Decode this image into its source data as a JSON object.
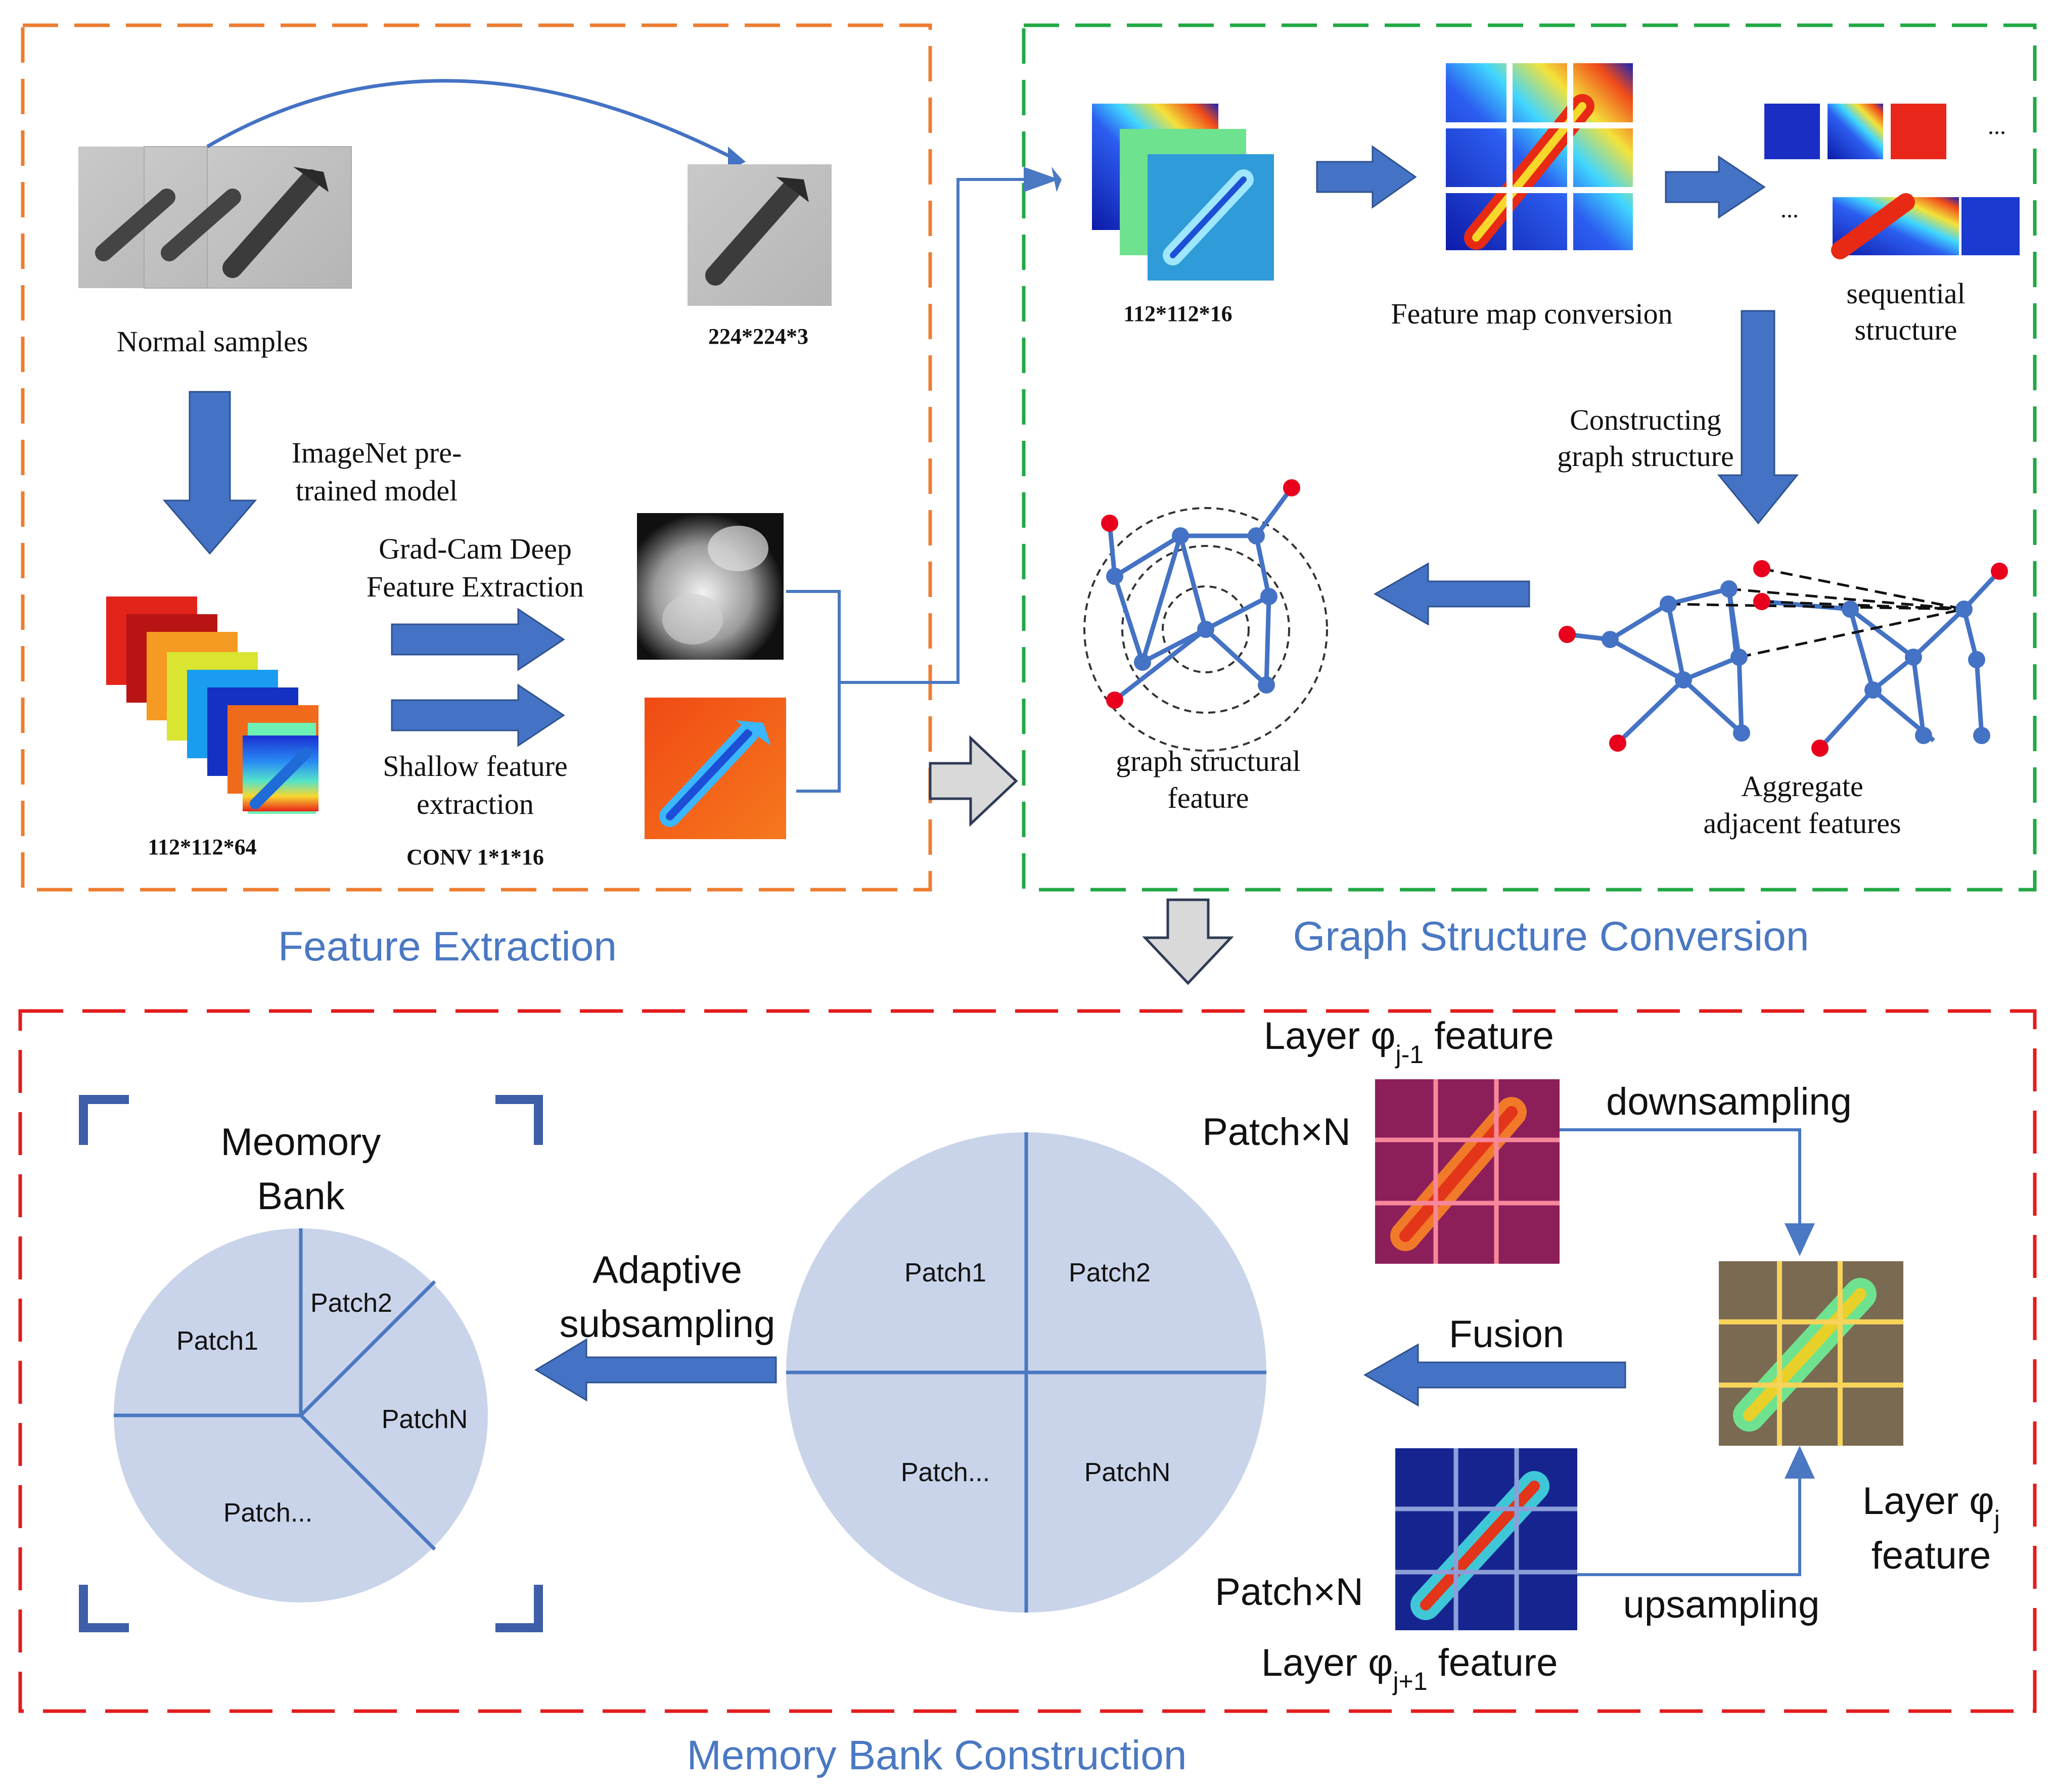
{
  "sections": {
    "feature_extraction": "Feature Extraction",
    "graph_structure_conversion": "Graph Structure Conversion",
    "memory_bank_construction": "Memory Bank Construction"
  },
  "feature_extraction": {
    "normal_samples": "Normal samples",
    "input_size": "224*224*3",
    "pretrained_line1": "ImageNet pre-",
    "pretrained_line2": "trained model",
    "gradcam_line1": "Grad-Cam Deep",
    "gradcam_line2": "Feature Extraction",
    "shallow_line1": "Shallow feature",
    "shallow_line2": "extraction",
    "feature_size": "112*112*64",
    "conv": "CONV 1*1*16"
  },
  "graph_conversion": {
    "map_size": "112*112*16",
    "feature_map_conversion": "Feature map conversion",
    "sequential_line1": "sequential",
    "sequential_line2": "structure",
    "constructing_line1": "Constructing",
    "constructing_line2": "graph structure",
    "graph_feature_line1": "graph structural",
    "graph_feature_line2": "feature",
    "aggregate_line1": "Aggregate",
    "aggregate_line2": "adjacent features",
    "ellipsis": "..."
  },
  "memory_bank": {
    "bank_line1": "Meomory",
    "bank_line2": "Bank",
    "adaptive_line1": "Adaptive",
    "adaptive_line2": "subsampling",
    "fusion": "Fusion",
    "downsampling": "downsampling",
    "upsampling": "upsampling",
    "patch_n_top": "Patch×N",
    "patch_n_bottom": "Patch×N",
    "layer_top_prefix": "Layer φ",
    "layer_top_sub": "j-1",
    "layer_top_suffix": " feature",
    "layer_mid_line1": "Layer φ",
    "layer_mid_sub": "j",
    "layer_mid_line2": "feature",
    "layer_bottom_prefix": "Layer φ",
    "layer_bottom_sub": "j+1",
    "layer_bottom_suffix": " feature",
    "bank_pie": [
      "Patch1",
      "Patch2",
      "PatchN",
      "Patch..."
    ],
    "quad_pie": [
      "Patch1",
      "Patch2",
      "Patch...",
      "PatchN"
    ]
  },
  "colors": {
    "feature_border": "#ed7d31",
    "graph_border": "#22a845",
    "memory_border": "#e31c1c",
    "arrow_blue": "#4472c4",
    "line_blue": "#4a78c2",
    "pie_fill": "#c9d4ea",
    "node_red": "#e8001c",
    "node_blue": "#4472c4",
    "gray_arrow": "#d9d9d9"
  }
}
